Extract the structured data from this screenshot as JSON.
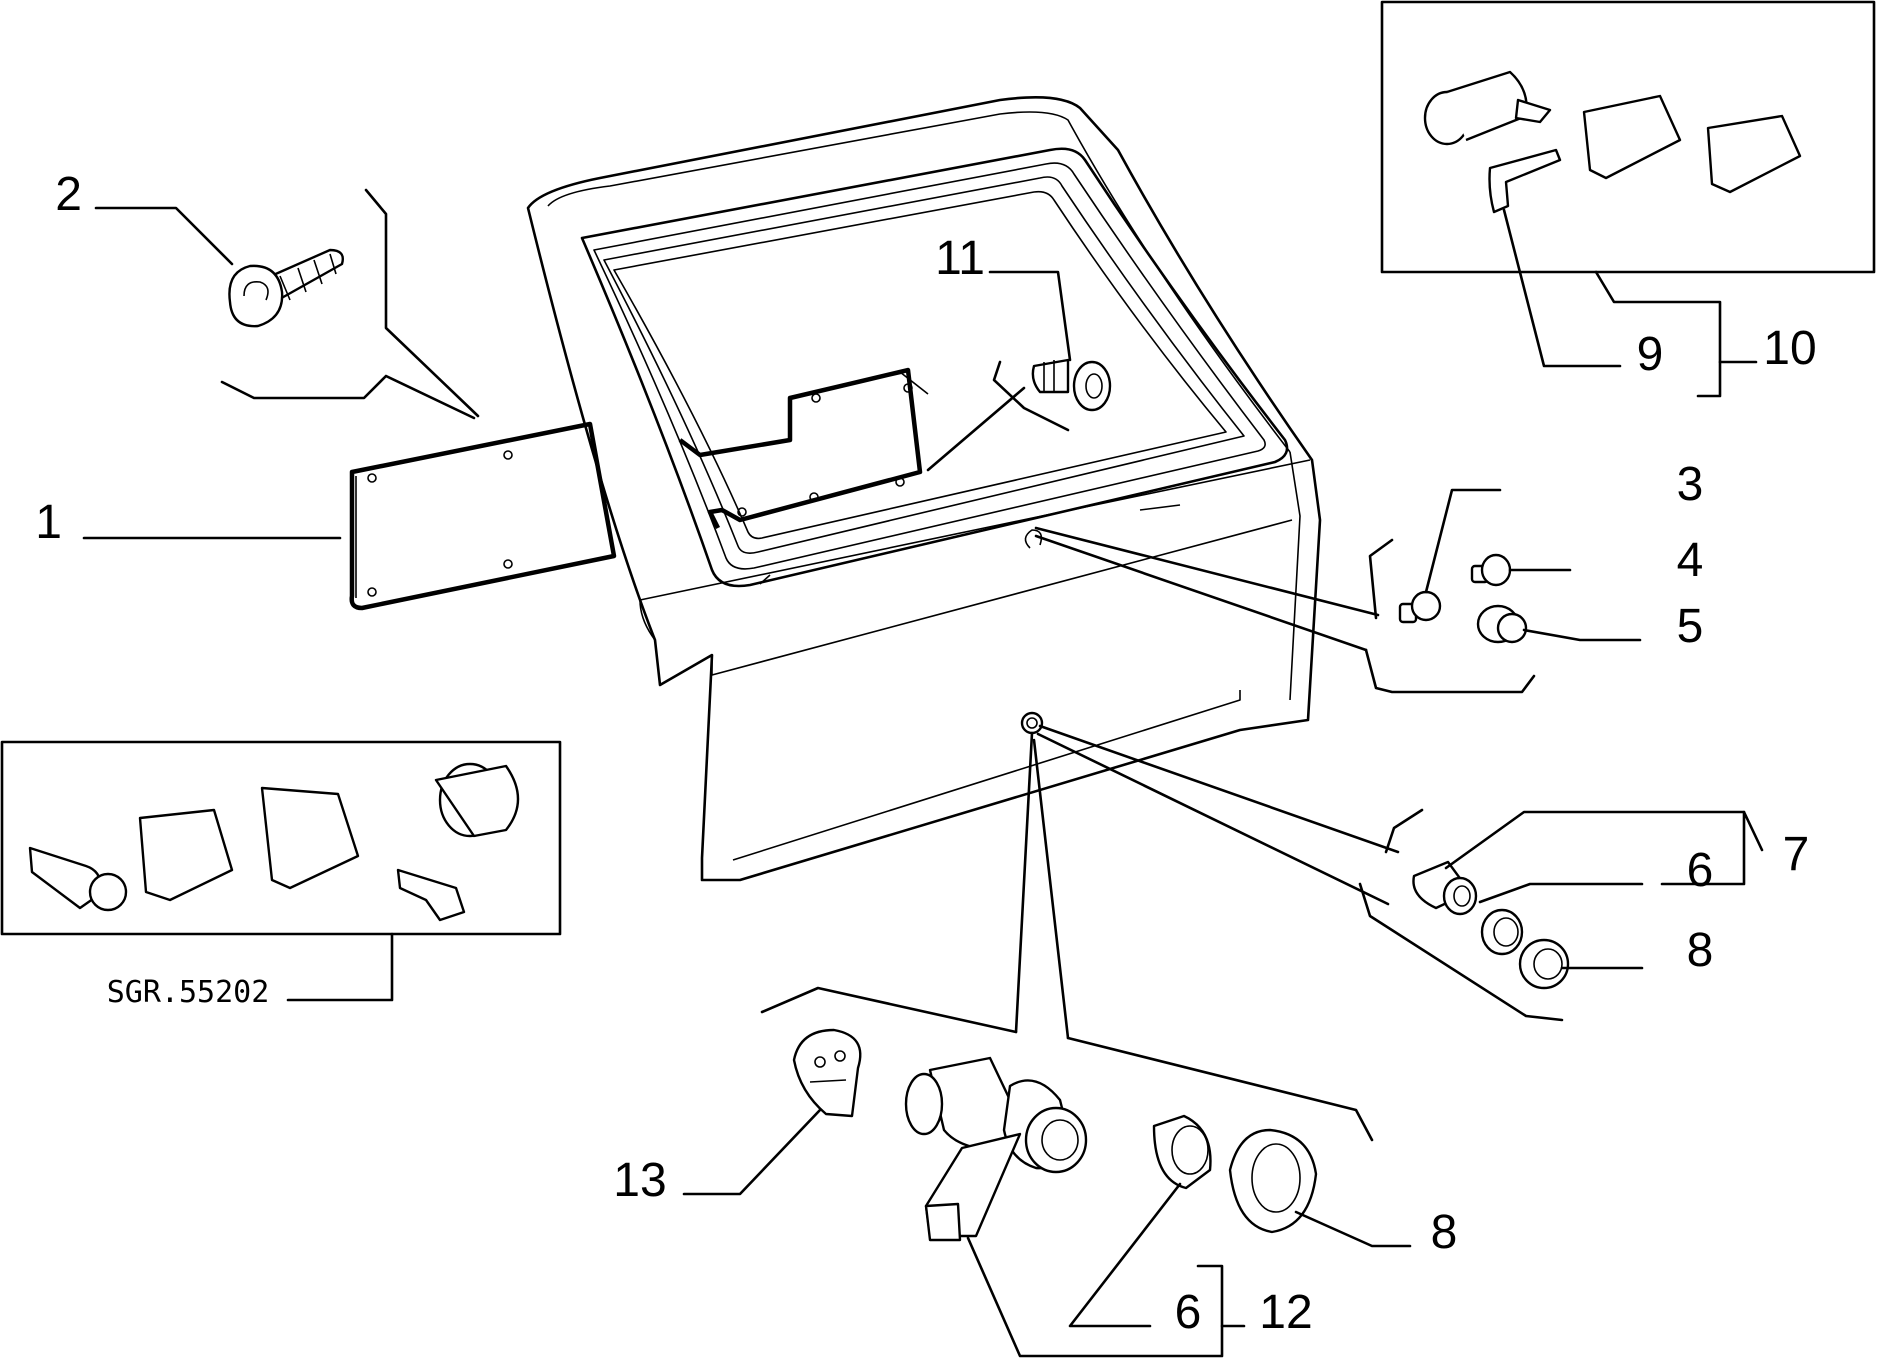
{
  "callouts": {
    "c1": "1",
    "c2": "2",
    "c3": "3",
    "c4": "4",
    "c5": "5",
    "c6a": "6",
    "c6b": "6",
    "c7": "7",
    "c8a": "8",
    "c8b": "8",
    "c9": "9",
    "c10": "10",
    "c11": "11",
    "c12": "12",
    "c13": "13"
  },
  "reference_code": "SGR.55202"
}
